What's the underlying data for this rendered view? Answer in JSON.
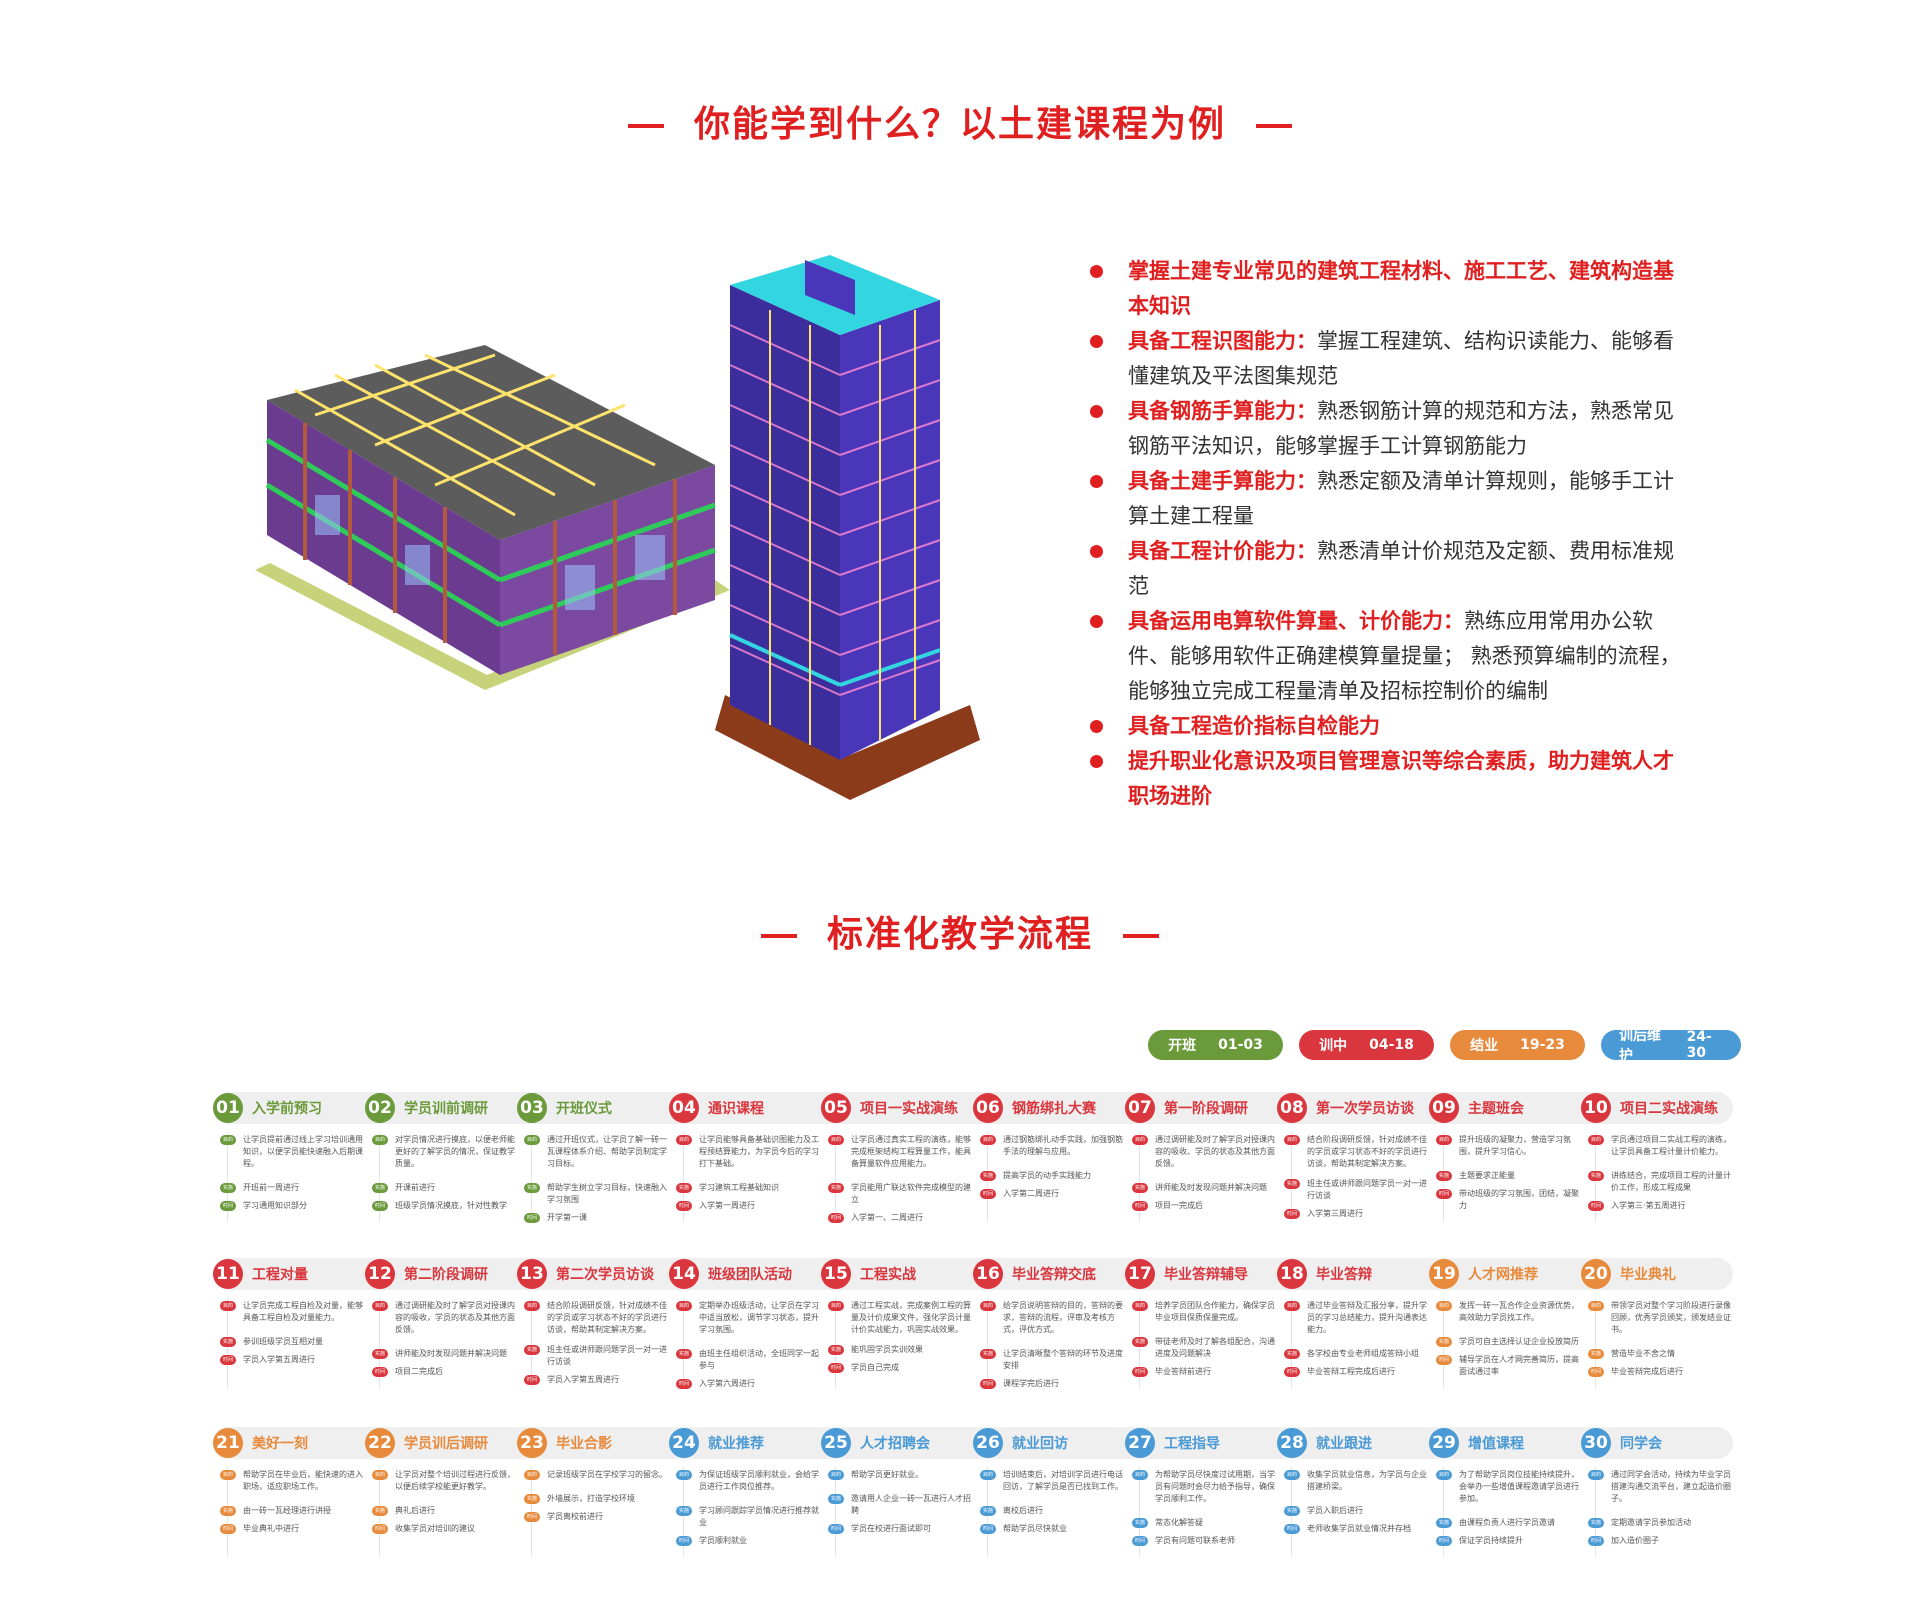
{
  "section1": {
    "title": "你能学到什么？以土建课程为例"
  },
  "skills": [
    {
      "head": "掌握土建专业常见的建筑工程材料、施工工艺、建筑构造基本知识",
      "body": ""
    },
    {
      "head": "具备工程识图能力：",
      "body": "掌握工程建筑、结构识读能力、能够看懂建筑及平法图集规范"
    },
    {
      "head": "具备钢筋手算能力：",
      "body": "熟悉钢筋计算的规范和方法，熟悉常见钢筋平法知识，能够掌握手工计算钢筋能力"
    },
    {
      "head": "具备土建手算能力：",
      "body": "熟悉定额及清单计算规则，能够手工计算土建工程量"
    },
    {
      "head": "具备工程计价能力：",
      "body": "熟悉清单计价规范及定额、费用标准规范"
    },
    {
      "head": "具备运用电算软件算量、计价能力：",
      "body": "熟练应用常用办公软件、能够用软件正确建模算量提量； 熟悉预算编制的流程，能够独立完成工程量清单及招标控制价的编制"
    },
    {
      "head": "具备工程造价指标自检能力",
      "body": ""
    },
    {
      "head": "提升职业化意识及项目管理意识等综合素质，助力建筑人才职场进阶",
      "body": ""
    }
  ],
  "section2": {
    "title": "标准化教学流程"
  },
  "legend": [
    {
      "name": "开班",
      "range": "01-03",
      "color": "#6a9a3a"
    },
    {
      "name": "训中",
      "range": "04-18",
      "color": "#d9363e"
    },
    {
      "name": "结业",
      "range": "19-23",
      "color": "#e88a3c"
    },
    {
      "name": "训后维护",
      "range": "24-30",
      "color": "#4a9ad6"
    }
  ],
  "colors": {
    "accent": "#e02020",
    "green": "#6a9a3a",
    "red": "#d9363e",
    "orange": "#e88a3c",
    "blue": "#4a9ad6"
  },
  "tags": {
    "goal": "目的",
    "method": "实施",
    "time": "时间"
  },
  "steps": [
    {
      "num": "01",
      "title": "入学前预习",
      "phase": "green",
      "items": [
        "让学员提前通过线上学习培训通用知识，以便学员能快速融入后期课程。",
        "开班前一周进行",
        "学习通用知识部分"
      ]
    },
    {
      "num": "02",
      "title": "学员训前调研",
      "phase": "green",
      "items": [
        "对学员情况进行摸底，以便老师能更好的了解学员的情况，保证教学质量。",
        "开课前进行",
        "班级学员情况摸底，针对性教学"
      ]
    },
    {
      "num": "03",
      "title": "开班仪式",
      "phase": "green",
      "items": [
        "通过开班仪式，让学员了解一砖一瓦课程体系介绍、帮助学员制定学习目标。",
        "帮助学生树立学习目标，快速融入学习氛围",
        "开学第一课"
      ]
    },
    {
      "num": "04",
      "title": "通识课程",
      "phase": "red",
      "items": [
        "让学员能够具备基础识图能力及工程预结算能力，为学员今后的学习打下基础。",
        "学习建筑工程基础知识",
        "入学第一周进行"
      ]
    },
    {
      "num": "05",
      "title": "项目一实战演练",
      "phase": "red",
      "items": [
        "让学员通过真实工程的演练，能够完成框架结构工程算量工作，能具备算量软件应用能力。",
        "学员能用广联达软件完成模型的建立",
        "入学第一、二周进行"
      ]
    },
    {
      "num": "06",
      "title": "钢筋绑扎大赛",
      "phase": "red",
      "items": [
        "通过钢筋绑扎动手实践，加强钢筋手法的理解与应用。",
        "提高学员的动手实践能力",
        "入学第二周进行"
      ]
    },
    {
      "num": "07",
      "title": "第一阶段调研",
      "phase": "red",
      "items": [
        "通过调研能及时了解学员对授课内容的吸收、学员的状态及其他方面反馈。",
        "讲师能及时发现问题并解决问题",
        "项目一完成后"
      ]
    },
    {
      "num": "08",
      "title": "第一次学员访谈",
      "phase": "red",
      "items": [
        "结合阶段调研反馈，针对成绩不佳的学员或学习状态不好的学员进行访谈，帮助其制定解决方案。",
        "班主任或讲师跟问题学员一对一进行访谈",
        "入学第三周进行"
      ]
    },
    {
      "num": "09",
      "title": "主题班会",
      "phase": "red",
      "items": [
        "提升班级的凝聚力，营造学习氛围，提升学习信心。",
        "主题要求正能量",
        "带动班级的学习氛围，团结，凝聚力"
      ]
    },
    {
      "num": "10",
      "title": "项目二实战演练",
      "phase": "red",
      "items": [
        "学员通过项目二实战工程的演练，让学员具备工程计量计价能力。",
        "讲练结合，完成项目工程的计量计价工作，形成工程成果",
        "入学第三·第五周进行"
      ]
    },
    {
      "num": "11",
      "title": "工程对量",
      "phase": "red",
      "items": [
        "让学员完成工程自检及对量，能够具备工程自检及对量能力。",
        "参训班级学员互相对量",
        "学员入学第五周进行"
      ]
    },
    {
      "num": "12",
      "title": "第二阶段调研",
      "phase": "red",
      "items": [
        "通过调研能及时了解学员对授课内容的吸收，学员的状态及其他方面反馈。",
        "讲师能及时发现问题并解决问题",
        "项目二完成后"
      ]
    },
    {
      "num": "13",
      "title": "第二次学员访谈",
      "phase": "red",
      "items": [
        "结合阶段调研反馈，针对成绩不佳的学员或学习状态不好的学员进行访谈，帮助其制定解决方案。",
        "班主任或讲师跟问题学员一对一进行访谈",
        "学员入学第五周进行"
      ]
    },
    {
      "num": "14",
      "title": "班级团队活动",
      "phase": "red",
      "items": [
        "定期举办班级活动，让学员在学习中适当放松，调节学习状态，提升学习氛围。",
        "由班主任组织活动，全班同学一起参与",
        "入学第六周进行"
      ]
    },
    {
      "num": "15",
      "title": "工程实战",
      "phase": "red",
      "items": [
        "通过工程实战，完成案例工程的算量及计价成果文件，强化学员计量计价实战能力，巩固实战效果。",
        "能巩固学员实训效果",
        "学员自己完成"
      ]
    },
    {
      "num": "16",
      "title": "毕业答辩交底",
      "phase": "red",
      "items": [
        "给学员说明答辩的目的，答辩的要求，答辩的流程，评审及考核方式，评优方式。",
        "让学员清晰整个答辩的环节及进度安排",
        "课程学完后进行"
      ]
    },
    {
      "num": "17",
      "title": "毕业答辩辅导",
      "phase": "red",
      "items": [
        "培养学员团队合作能力，确保学员毕业项目保质保量完成。",
        "带徒老师及时了解各组配合，沟通进度及问题解决",
        "毕业答辩前进行"
      ]
    },
    {
      "num": "18",
      "title": "毕业答辩",
      "phase": "red",
      "items": [
        "通过毕业答辩及汇报分享，提升学员的学习总结能力，提升沟通表达能力。",
        "各学校由专业老师组成答辩小组",
        "毕业答辩工程完成后进行"
      ]
    },
    {
      "num": "19",
      "title": "人才网推荐",
      "phase": "orange",
      "items": [
        "发挥一砖一瓦合作企业资源优势，高效助力学员找工作。",
        "学员可自主选择认证企业投放简历",
        "辅导学员在人才网完善简历，提高面试通过率"
      ]
    },
    {
      "num": "20",
      "title": "毕业典礼",
      "phase": "orange",
      "items": [
        "带领学员对整个学习阶段进行录像回顾，优秀学员颁奖，颁发结业证书。",
        "营造毕业不舍之情",
        "毕业答辩完成后进行"
      ]
    },
    {
      "num": "21",
      "title": "美好一刻",
      "phase": "orange",
      "items": [
        "帮助学员在毕业后，能快速的进入职场，适应职场工作。",
        "由一砖一瓦经理进行讲授",
        "毕业典礼中进行"
      ]
    },
    {
      "num": "22",
      "title": "学员训后调研",
      "phase": "orange",
      "items": [
        "让学员对整个培训过程进行反馈，以便后续学校能更好教学。",
        "典礼后进行",
        "收集学员对培训的建议"
      ]
    },
    {
      "num": "23",
      "title": "毕业合影",
      "phase": "orange",
      "items": [
        "记录班级学员在学校学习的留念。",
        "外墙展示，打造学校环境",
        "学员离校前进行"
      ]
    },
    {
      "num": "24",
      "title": "就业推荐",
      "phase": "blue",
      "items": [
        "为保证班级学员顺利就业，会给学员进行工作岗位推荐。",
        "学习顾问跟踪学员情况进行推荐就业",
        "学员顺利就业"
      ]
    },
    {
      "num": "25",
      "title": "人才招聘会",
      "phase": "blue",
      "items": [
        "帮助学员更好就业。",
        "邀请用人企业一砖一瓦进行人才招聘",
        "学员在校进行面试即可"
      ]
    },
    {
      "num": "26",
      "title": "就业回访",
      "phase": "blue",
      "items": [
        "培训结束后，对培训学员进行电话回访，了解学员是否已找到工作。",
        "离校后进行",
        "帮助学员尽快就业"
      ]
    },
    {
      "num": "27",
      "title": "工程指导",
      "phase": "blue",
      "items": [
        "为帮助学员尽快度过试用期，当学员有问题时会尽力给予指导，确保学员顺利工作。",
        "常态化解答疑",
        "学员有问题可联系老师"
      ]
    },
    {
      "num": "28",
      "title": "就业跟进",
      "phase": "blue",
      "items": [
        "收集学员就业信息，为学员与企业搭建桥梁。",
        "学员入职后进行",
        "老师收集学员就业情况并存档"
      ]
    },
    {
      "num": "29",
      "title": "增值课程",
      "phase": "blue",
      "items": [
        "为了帮助学员岗位技能持续提升，会举办一些增值课程邀请学员进行参加。",
        "由课程负责人进行学员邀请",
        "保证学员持续提升"
      ]
    },
    {
      "num": "30",
      "title": "同学会",
      "phase": "blue",
      "items": [
        "通过同学会活动，持续为毕业学员搭建沟通交流平台，建立起造价圈子。",
        "定期邀请学员参加活动",
        "加入造价圈子"
      ]
    }
  ]
}
